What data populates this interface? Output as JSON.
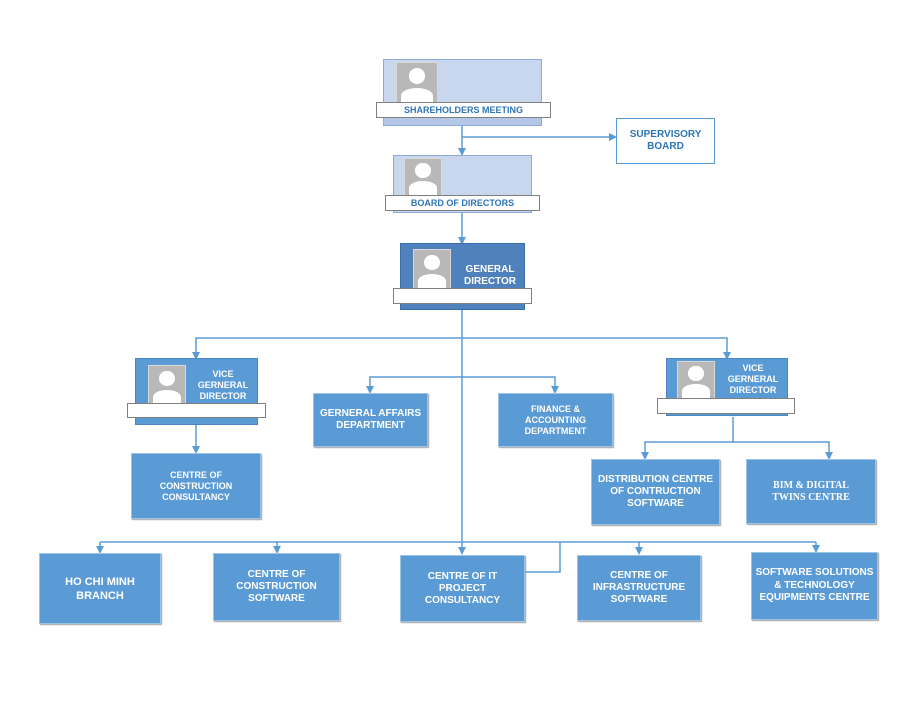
{
  "org_chart": {
    "shareholders": {
      "label": "SHAREHOLDERS MEETING"
    },
    "supervisory": {
      "label": "SUPERVISORY BOARD"
    },
    "board": {
      "label": "BOARD OF DIRECTORS"
    },
    "general_director": {
      "label": "GENERAL DIRECTOR"
    },
    "vice_left": {
      "label": "VICE GERNERAL DIRECTOR"
    },
    "vice_right": {
      "label": "VICE GERNERAL DIRECTOR"
    },
    "general_affairs": {
      "label": "GERNERAL AFFAIRS DEPARTMENT"
    },
    "finance": {
      "label": "FINANCE & ACCOUNTING DEPARTMENT"
    },
    "construction_consultancy": {
      "label": "CENTRE OF CONSTRUCTION CONSULTANCY"
    },
    "distribution": {
      "label": "DISTRIBUTION CENTRE OF CONTRUCTION SOFTWARE"
    },
    "bim": {
      "label": "BIM & DIGITAL TWINS CENTRE"
    },
    "hcm": {
      "label": "HO CHI MINH BRANCH"
    },
    "construction_software": {
      "label": "CENTRE OF CONSTRUCTION SOFTWARE"
    },
    "it_project": {
      "label": "CENTRE OF IT PROJECT CONSULTANCY"
    },
    "infrastructure": {
      "label": "CENTRE OF INFRASTRUCTURE SOFTWARE"
    },
    "software_solutions": {
      "label": "SOFTWARE SOLUTIONS & TECHNOLOGY EQUIPMENTS CENTRE"
    }
  },
  "colors": {
    "line": "#5b9bd5",
    "box": "#5b9bd5",
    "text_blue": "#2e75b6"
  }
}
